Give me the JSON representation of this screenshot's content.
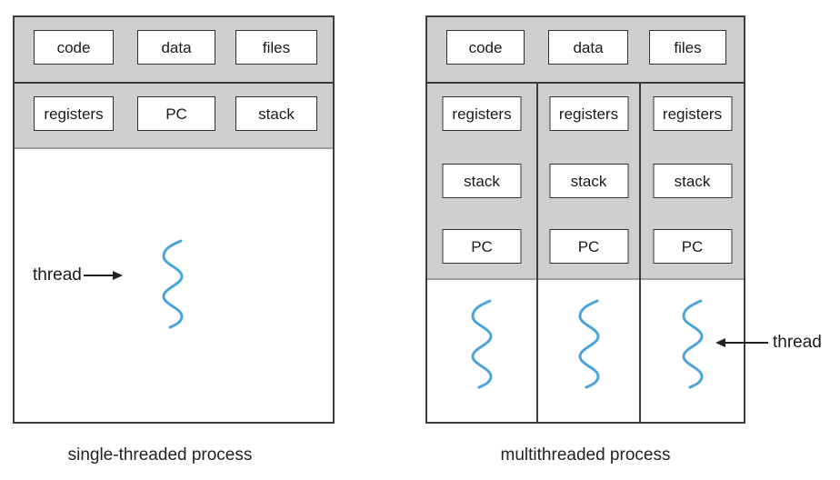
{
  "colors": {
    "band_gray": "#cfcfcf",
    "outline_dark": "#3d3d3d",
    "thread_blue": "#4aa4da",
    "background": "#ffffff"
  },
  "icons": {
    "thread_squiggle": "vertical-wavy-line",
    "arrow_right": "▶",
    "arrow_left": "◀"
  },
  "left_process": {
    "caption": "single-threaded process",
    "row1": [
      "code",
      "data",
      "files"
    ],
    "row2": [
      "registers",
      "PC",
      "stack"
    ],
    "thread_label": "thread"
  },
  "right_process": {
    "caption": "multithreaded process",
    "row1": [
      "code",
      "data",
      "files"
    ],
    "columns": [
      {
        "cells": [
          "registers",
          "stack",
          "PC"
        ]
      },
      {
        "cells": [
          "registers",
          "stack",
          "PC"
        ]
      },
      {
        "cells": [
          "registers",
          "stack",
          "PC"
        ]
      }
    ],
    "thread_label": "thread"
  }
}
